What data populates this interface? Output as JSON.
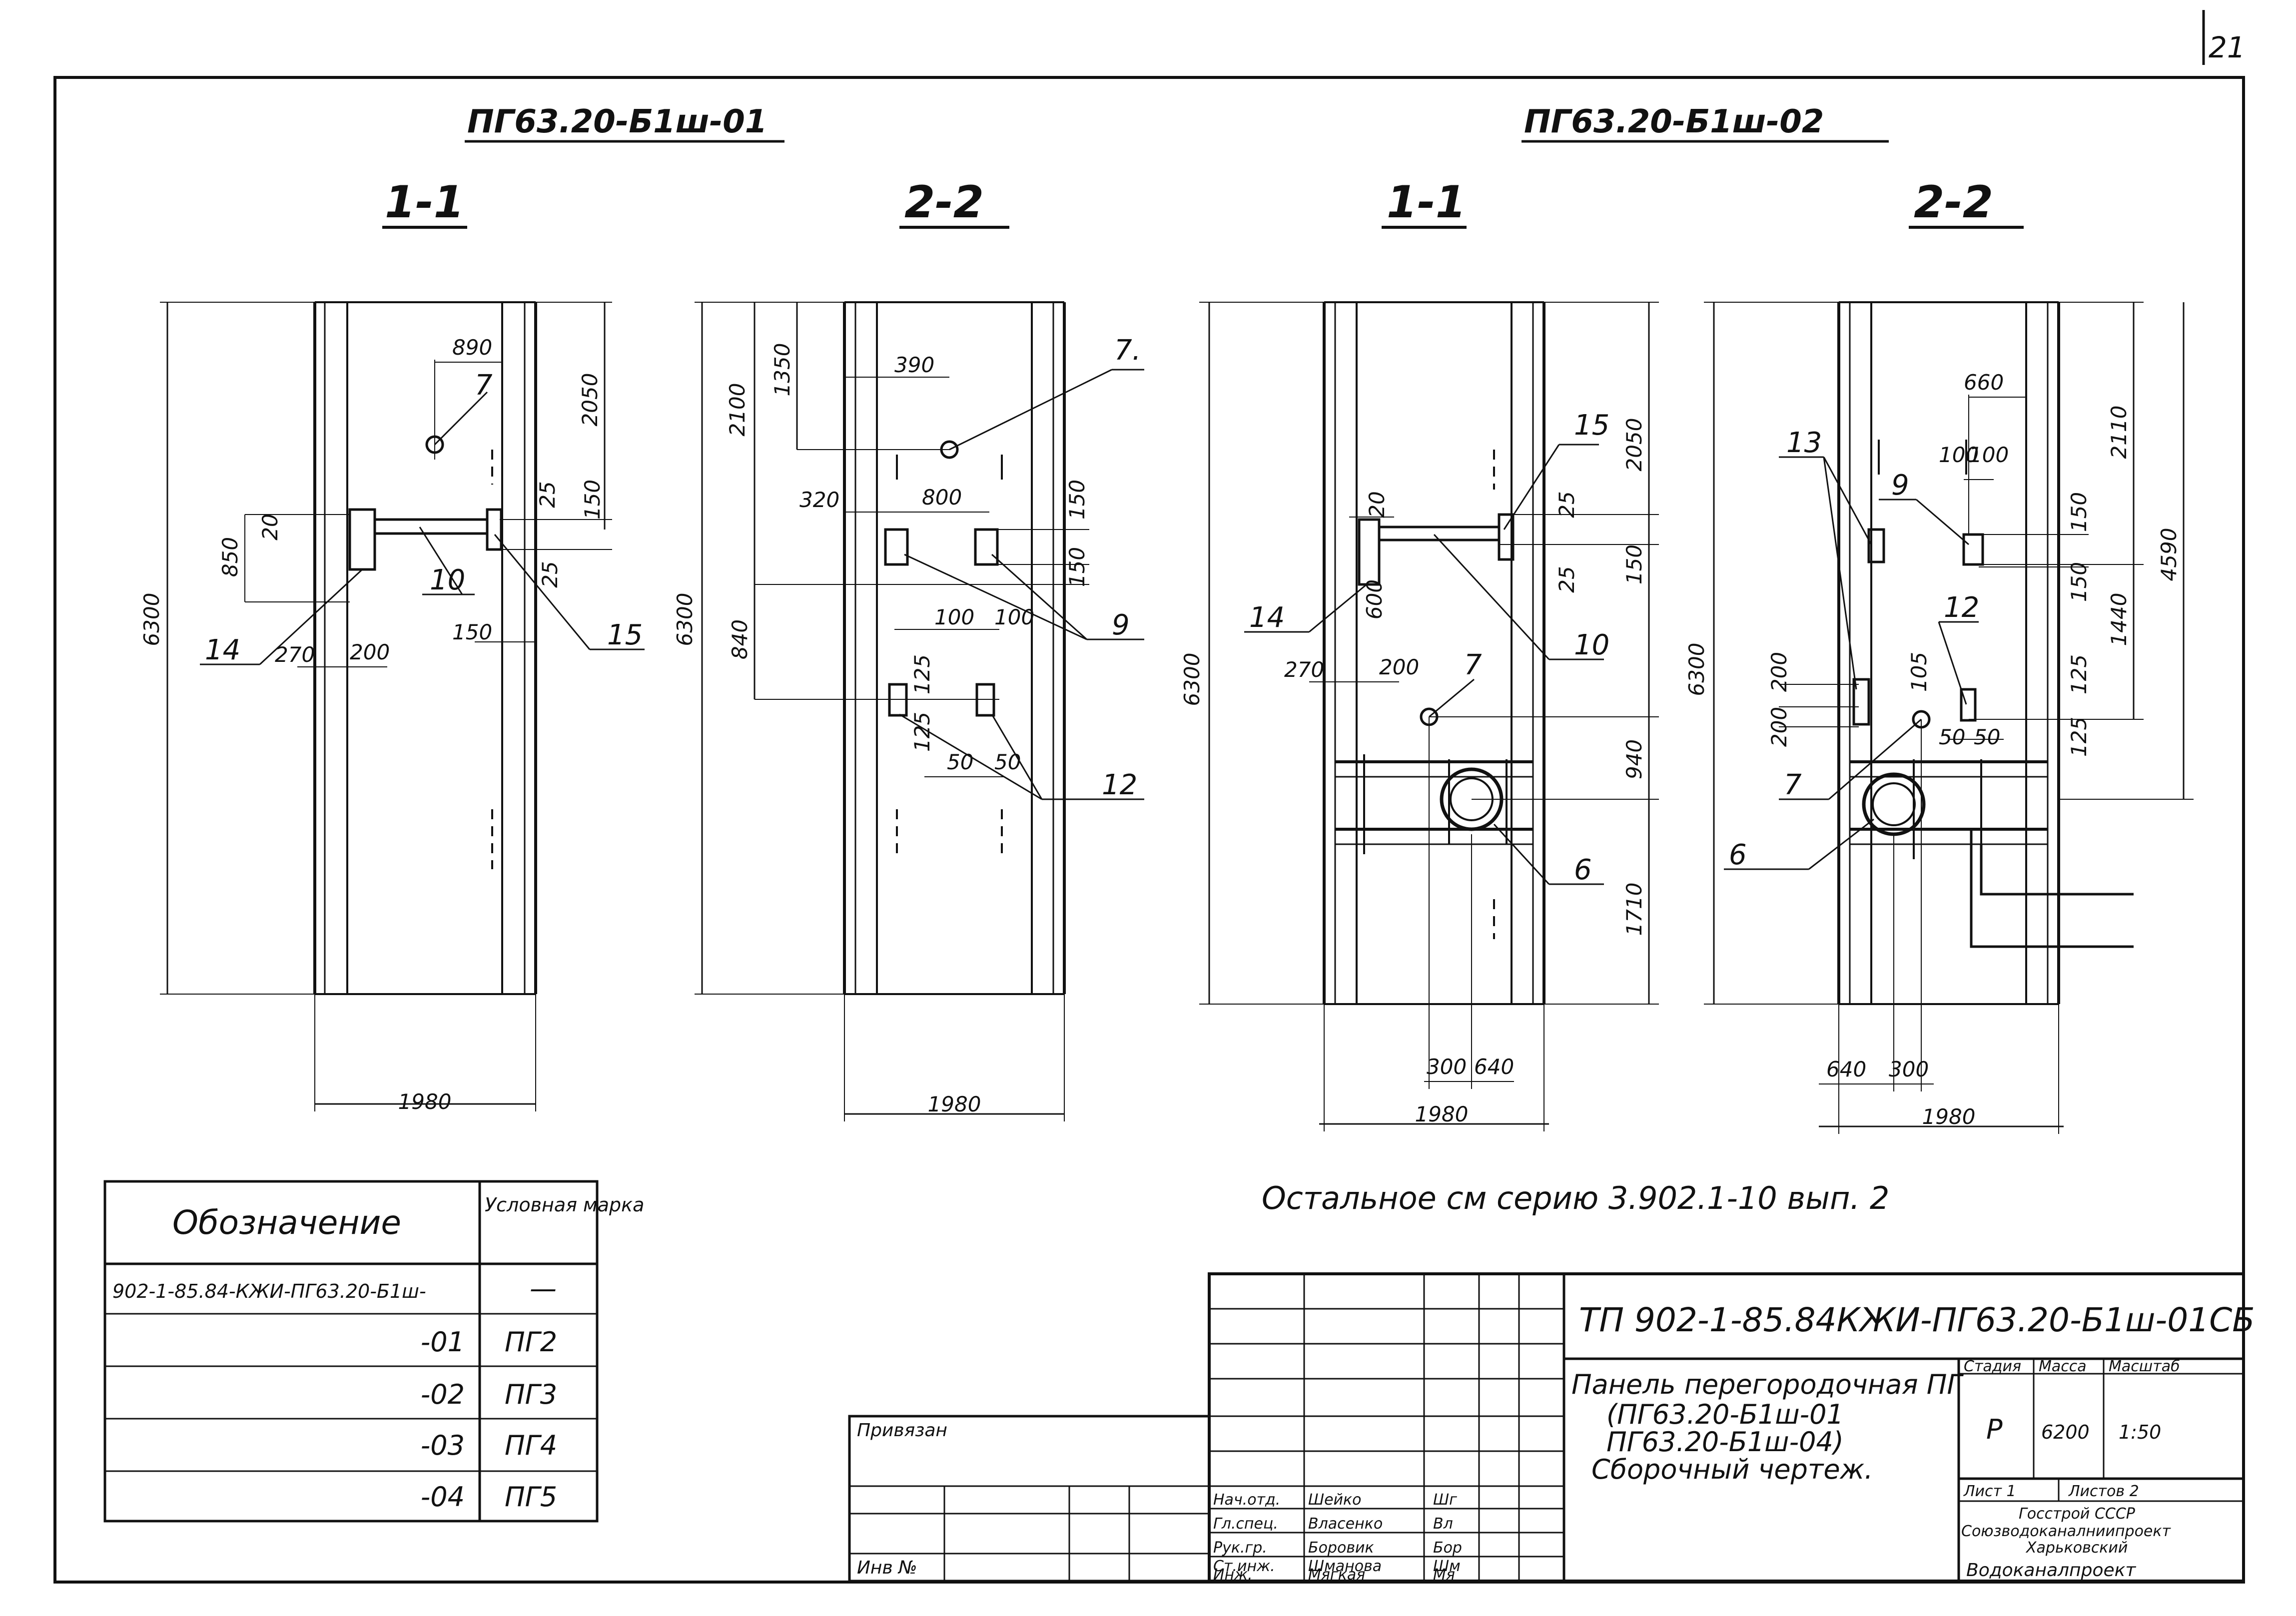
{
  "page_number": "21",
  "left_assembly": {
    "mark": "ПГ63.20-Б1ш-01",
    "section_1": {
      "label": "1-1",
      "height": "6300",
      "width": "1980",
      "dims": [
        "890",
        "2050",
        "850",
        "20",
        "25",
        "150",
        "25",
        "270",
        "200",
        "150"
      ],
      "callouts": [
        "7",
        "10",
        "14",
        "15"
      ]
    },
    "section_2": {
      "label": "2-2",
      "height": "6300",
      "width": "1980",
      "dims": [
        "1350",
        "2100",
        "390",
        "320",
        "800",
        "150",
        "150",
        "840",
        "100",
        "100",
        "125",
        "125",
        "50",
        "50"
      ],
      "callouts": [
        "7.",
        "9",
        "12"
      ]
    }
  },
  "right_assembly": {
    "mark": "ПГ63.20-Б1ш-02",
    "section_1": {
      "label": "1-1",
      "height": "6300",
      "width": "1980",
      "dims": [
        "2050",
        "20",
        "600",
        "25",
        "25",
        "150",
        "270",
        "200",
        "940",
        "1710",
        "300",
        "640"
      ],
      "callouts": [
        "15",
        "14",
        "10",
        "7",
        "6"
      ]
    },
    "section_2": {
      "label": "2-2",
      "height": "6300",
      "width": "1980",
      "dims": [
        "660",
        "100",
        "100",
        "2110",
        "150",
        "150",
        "4590",
        "1440",
        "200",
        "200",
        "105",
        "125",
        "125",
        "50",
        "50",
        "640",
        "300"
      ],
      "callouts": [
        "13",
        "9",
        "12",
        "7",
        "6"
      ]
    }
  },
  "note": "Остальное см серию 3.902.1-10 вып. 2",
  "marks_table": {
    "header_designation": "Обозначение",
    "header_mark": "Условная марка",
    "rows": [
      {
        "designation": "902-1-85.84-КЖИ-ПГ63.20-Б1ш-",
        "mark": "—"
      },
      {
        "designation": "-01",
        "mark": "ПГ2"
      },
      {
        "designation": "-02",
        "mark": "ПГ3"
      },
      {
        "designation": "-03",
        "mark": "ПГ4"
      },
      {
        "designation": "-04",
        "mark": "ПГ5"
      }
    ]
  },
  "title_block": {
    "doc_code": "ТП 902-1-85.84КЖИ-ПГ63.20-Б1ш-01СБ",
    "privyazan": "Привязан",
    "inv_no": "Инв №",
    "title_lines": [
      "Панель перегородочная ПГ",
      "(ПГ63.20-Б1ш-01",
      "ПГ63.20-Б1ш-04)",
      "Сборочный чертеж."
    ],
    "stage_header": "Стадия",
    "mass_header": "Масса",
    "scale_header": "Масштаб",
    "stage": "Р",
    "mass": "6200",
    "scale": "1:50",
    "sheet": "Лист 1",
    "sheets": "Листов 2",
    "org_lines": [
      "Госстрой СССР",
      "Союзводоканалниипроект",
      "Харьковский",
      "Водоканалпроект"
    ],
    "staff": [
      {
        "role": "Нач.отд.",
        "name": "Шейко",
        "sign": "Шг"
      },
      {
        "role": "Гл.спец.",
        "name": "Власенко",
        "sign": "Вл"
      },
      {
        "role": "Рук.гр.",
        "name": "Боровик",
        "sign": "Бор"
      },
      {
        "role": "Ст.инж.",
        "name": "Шманова",
        "sign": "Шм"
      },
      {
        "role": "Инж.",
        "name": "Мягкая",
        "sign": "Мя"
      }
    ]
  }
}
